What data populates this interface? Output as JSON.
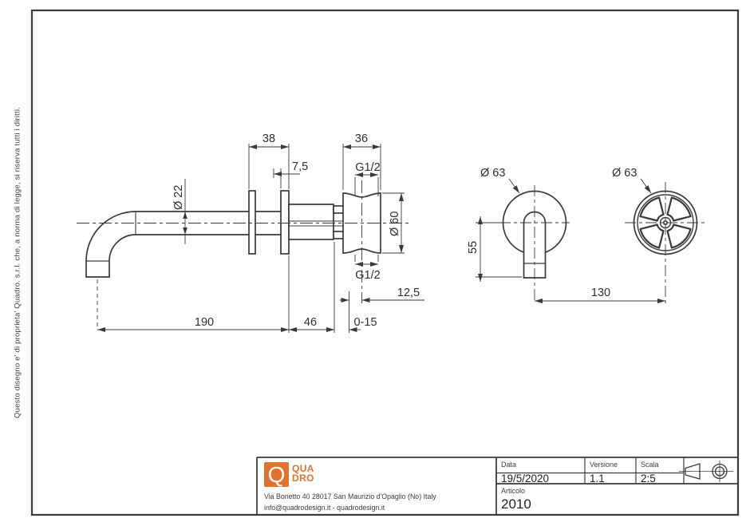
{
  "sheet": {
    "background": "#ffffff",
    "line_color": "#3a3a3a",
    "margin_note": "Questo disegno e' di proprieta' Quadro. s.r.l. che, a norma di legge, si riserva tutti i diritti."
  },
  "drawing": {
    "dims": {
      "top_38": "38",
      "top_75": "7,5",
      "top_36": "36",
      "g12_top": "G1/2",
      "dia22": "Ø 22",
      "dia60": "Ø 60",
      "g12_bottom": "G1/2",
      "d125": "12,5",
      "d190": "190",
      "d46": "46",
      "d015": "0-15",
      "dia63_spout": "Ø 63",
      "d55": "55",
      "dia63_handle": "Ø 63",
      "d130": "130"
    }
  },
  "title_block": {
    "logo": {
      "mark_letter": "Q",
      "word_top": "QUA",
      "word_bottom": "DRO",
      "brand_color": "#e4722d"
    },
    "address_line1": "Via Bonetto 40  28017 San Maurizio d'Opaglio (No) Italy",
    "address_line2": "info@quadrodesign.it  -  quadrodesign.it",
    "fields": [
      {
        "label": "Data",
        "value": "19/5/2020"
      },
      {
        "label": "Versione",
        "value": "1.1"
      },
      {
        "label": "Scala",
        "value": "2:5"
      }
    ],
    "articolo_label": "Articolo",
    "articolo_value": "2010"
  }
}
